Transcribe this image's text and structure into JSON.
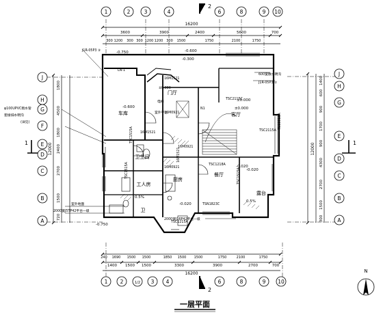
{
  "drawing": {
    "title": "一层平面",
    "north_label": "N",
    "section_mark": "2",
    "section_side": "1"
  },
  "grid": {
    "columns": [
      "1",
      "2",
      "3",
      "4",
      "6",
      "8",
      "9",
      "10"
    ],
    "columns_bottom": [
      "1",
      "2",
      "1/2",
      "3",
      "4",
      "6",
      "8",
      "9",
      "10"
    ],
    "rows": [
      "J",
      "H",
      "G",
      "F",
      "E",
      "D",
      "C",
      "B",
      "A"
    ],
    "rows_right": [
      "J",
      "H",
      "G",
      "E",
      "D",
      "C",
      "B",
      "A"
    ]
  },
  "dimensions": {
    "top_total": "16200",
    "top_segments": [
      "3600",
      "3900",
      "2400",
      "5600",
      "700"
    ],
    "top_details": [
      "300",
      "1200",
      "300",
      "300",
      "1200",
      "1200",
      "300",
      "1500",
      "1750",
      "2100",
      "1750"
    ],
    "bottom_total": "16200",
    "bottom_segments": [
      "1400",
      "1500",
      "1500",
      "3300",
      "3900",
      "2700",
      "700"
    ],
    "bottom_details": [
      "240",
      "1690",
      "1500",
      "1500",
      "1850",
      "1500",
      "1500",
      "1750",
      "2100",
      "1750"
    ],
    "left_total": "12000",
    "left_segments": [
      "1800",
      "4500",
      "1800",
      "2400",
      "2700",
      "1500",
      "720"
    ],
    "right_total": "12000",
    "right_segments": [
      "1400",
      "600",
      "900",
      "1700",
      "900",
      "4300",
      "2700",
      "1500",
      "300"
    ]
  },
  "rooms": [
    {
      "name": "客厅",
      "level": "±0.000"
    },
    {
      "name": "餐厅"
    },
    {
      "name": "厨房"
    },
    {
      "name": "卫生间"
    },
    {
      "name": "工人房"
    },
    {
      "name": "车库",
      "level": "-0.600"
    },
    {
      "name": "门厅"
    },
    {
      "name": "露台"
    },
    {
      "name": "卫"
    }
  ],
  "annotations": {
    "levels": [
      "-0.750",
      "-0.600",
      "-0.300",
      "-0.750",
      "±0.000",
      "-0.020",
      "-0.020",
      "-0.020",
      "0.5%",
      "0.5%"
    ],
    "windows": [
      "TSC2115C",
      "TSC1515A",
      "TSC2115A",
      "TSC0915A",
      "TSC1218A",
      "TSC1515A",
      "TSC1515A",
      "TSN1823C",
      "TSC1215A",
      "16M0921",
      "16M0921",
      "16M0921",
      "16M1521",
      "16M1521",
      "16M1521"
    ],
    "notes": [
      "J1R-05P3 ③",
      "J1R-05P3 ②",
      "LN-1",
      "室外平台",
      "N1",
      "电梯",
      "±0.000",
      "600宽散水明沟",
      "φ100UPVC雨水管",
      "套接排水明沟",
      "(详见)",
      "室外地面",
      "2000宽J16P42平台一级",
      "2000宽J5TP42平台一级"
    ]
  }
}
